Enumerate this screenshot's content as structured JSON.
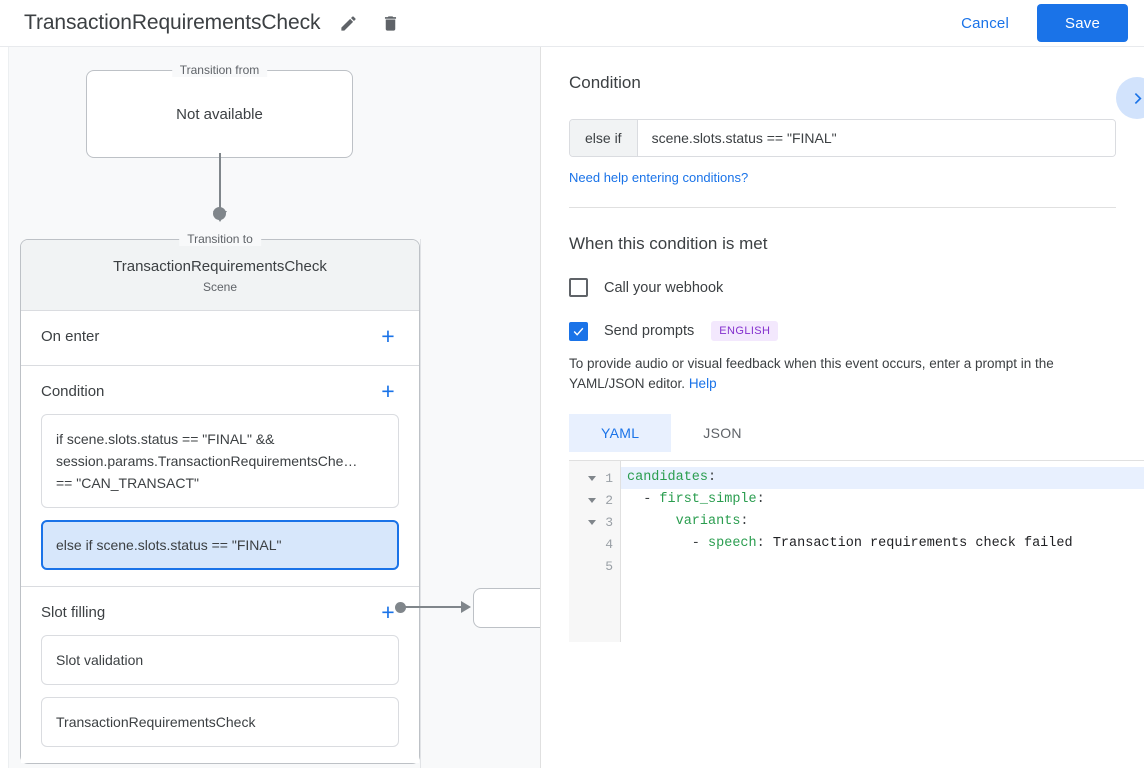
{
  "header": {
    "title": "TransactionRequirementsCheck",
    "edit_icon": "pencil-icon",
    "delete_icon": "trash-icon",
    "cancel_label": "Cancel",
    "save_label": "Save",
    "accent_color": "#1a73e8"
  },
  "canvas": {
    "transition_from": {
      "legend": "Transition from",
      "value": "Not available"
    },
    "transition_to": {
      "legend": "Transition to",
      "title": "TransactionRequirementsCheck",
      "subtitle": "Scene"
    },
    "sections": [
      {
        "title": "On enter",
        "add_label": "+",
        "cards": []
      },
      {
        "title": "Condition",
        "add_label": "+",
        "cards": [
          {
            "selected": false,
            "lines": [
              "if scene.slots.status == \"FINAL\" &&",
              "session.params.TransactionRequirementsChe…",
              "== \"CAN_TRANSACT\""
            ]
          },
          {
            "selected": true,
            "lines": [
              "else if scene.slots.status == \"FINAL\""
            ]
          }
        ]
      },
      {
        "title": "Slot filling",
        "add_label": "+",
        "cards": [
          {
            "selected": false,
            "lines": [
              "Slot validation"
            ]
          },
          {
            "selected": false,
            "lines": [
              "TransactionRequirementsCheck"
            ]
          }
        ]
      }
    ]
  },
  "panel": {
    "condition": {
      "heading": "Condition",
      "collapse_icon": "chevron-right-icon",
      "prefix": "else if",
      "expression": "scene.slots.status == \"FINAL\"",
      "help_link": "Need help entering conditions?"
    },
    "when_met": {
      "heading": "When this condition is met",
      "webhook": {
        "label": "Call your webhook",
        "checked": false
      },
      "send_prompts": {
        "label": "Send prompts",
        "checked": true,
        "badge": "ENGLISH"
      },
      "description": "To provide audio or visual feedback when this event occurs, enter a prompt in the YAML/JSON editor.",
      "description_link": "Help",
      "tabs": [
        {
          "label": "YAML",
          "active": true
        },
        {
          "label": "JSON",
          "active": false
        }
      ],
      "editor": {
        "lines": [
          {
            "num": "1",
            "fold": true,
            "highlight": true,
            "indent": "",
            "key": "candidates",
            "colon": ":",
            "value": ""
          },
          {
            "num": "2",
            "fold": true,
            "highlight": false,
            "indent": "  - ",
            "key": "first_simple",
            "colon": ":",
            "value": ""
          },
          {
            "num": "3",
            "fold": true,
            "highlight": false,
            "indent": "      ",
            "key": "variants",
            "colon": ":",
            "value": ""
          },
          {
            "num": "4",
            "fold": false,
            "highlight": false,
            "indent": "        - ",
            "key": "speech",
            "colon": ": ",
            "value": "Transaction requirements check failed"
          },
          {
            "num": "5",
            "fold": false,
            "highlight": false,
            "indent": "",
            "key": "",
            "colon": "",
            "value": ""
          }
        ]
      }
    }
  }
}
